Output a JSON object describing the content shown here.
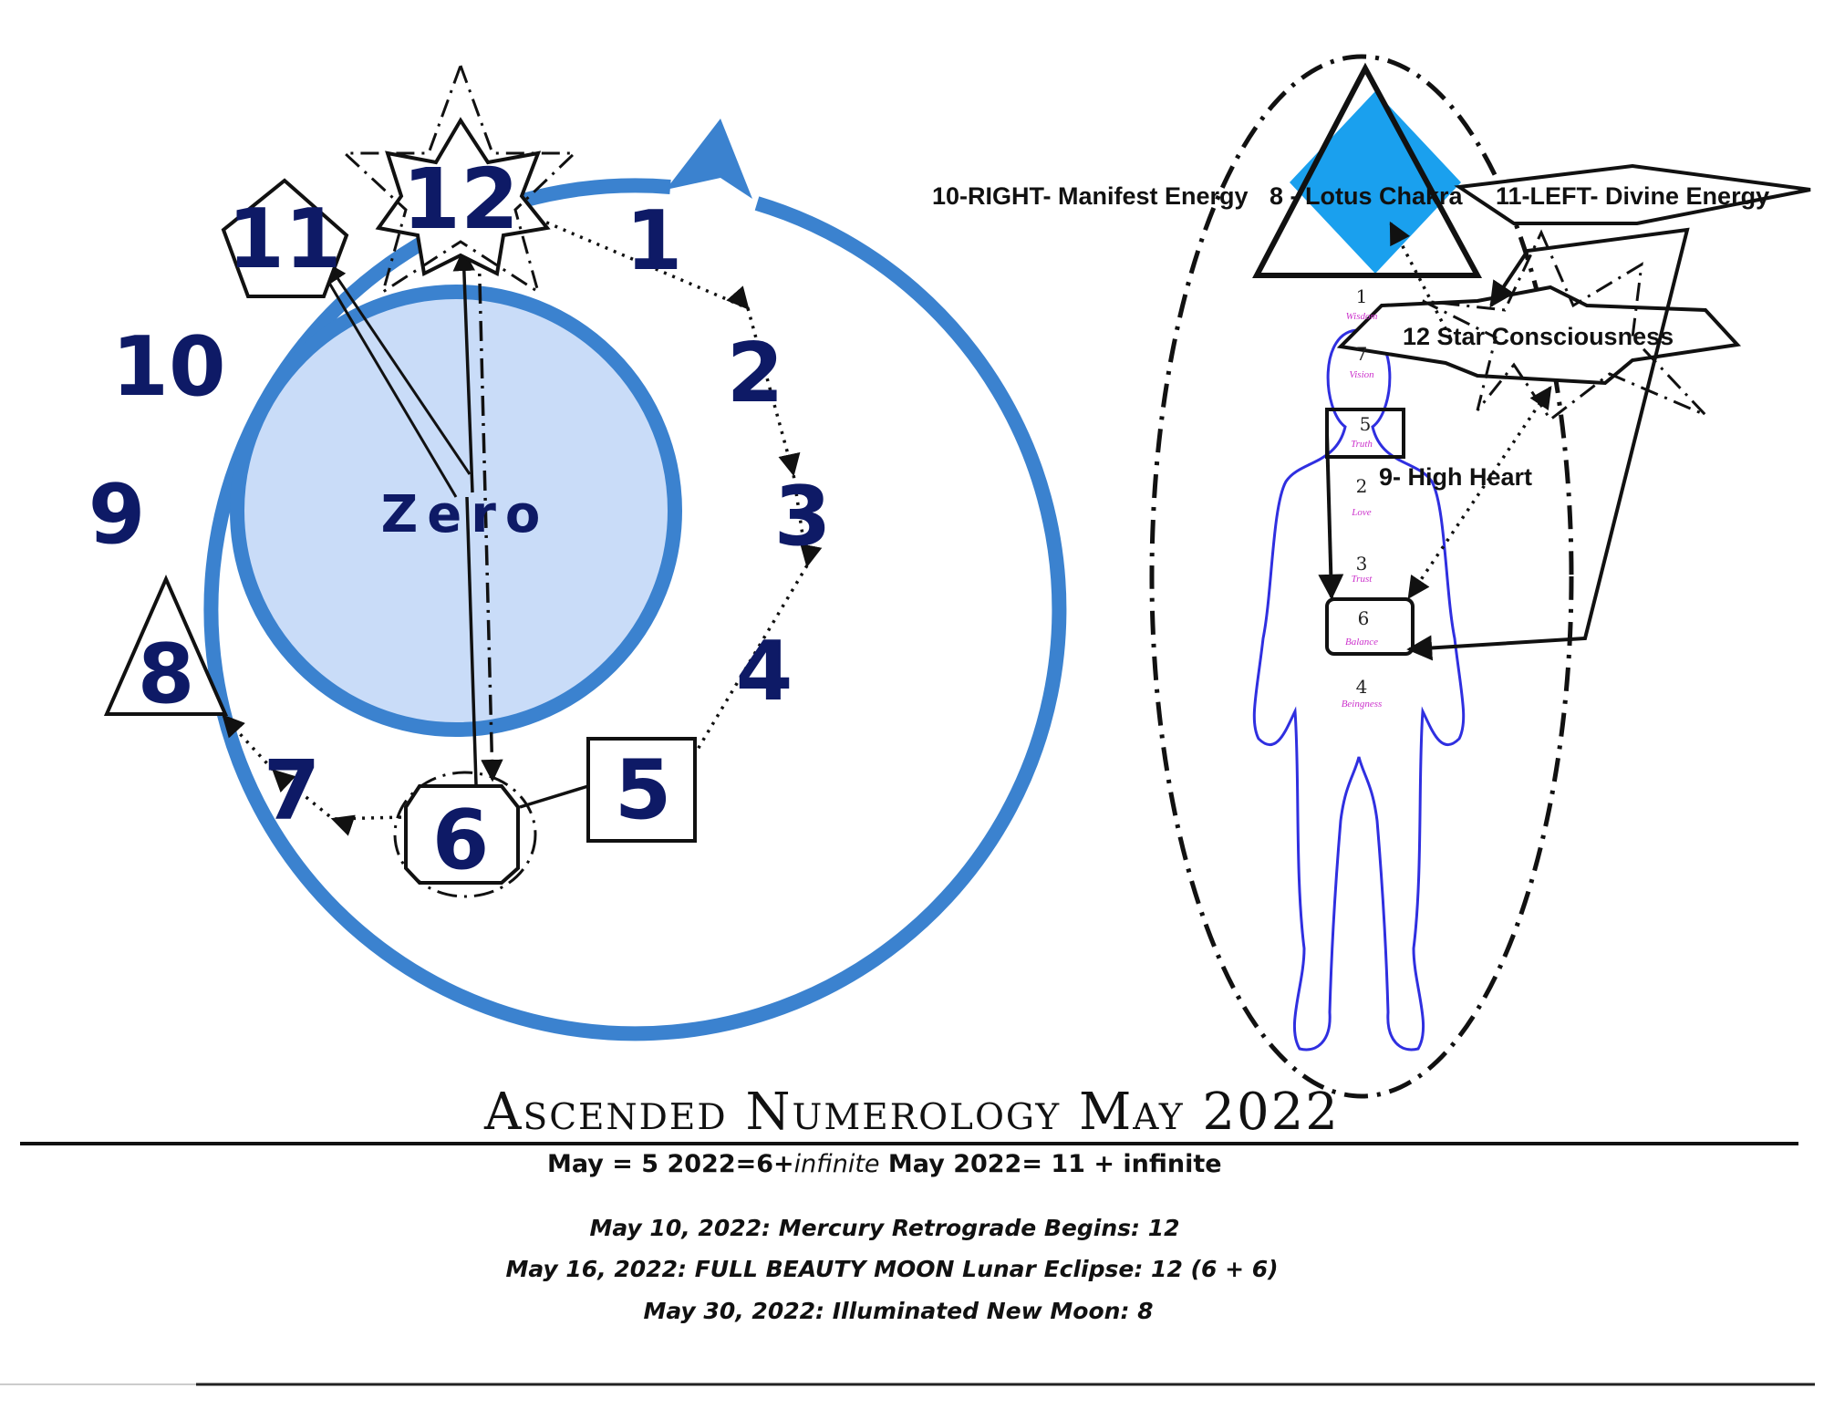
{
  "clock": {
    "numbers": {
      "n1": "1",
      "n2": "2",
      "n3": "3",
      "n4": "4",
      "n5": "5",
      "n6": "6",
      "n7": "7",
      "n8": "8",
      "n9": "9",
      "n10": "10",
      "n11": "11",
      "n12": "12"
    },
    "center_label": "Zero",
    "colors": {
      "ring": "#3b82cf",
      "inner_fill": "#c9dcf8",
      "numbers": "#0e1a66"
    }
  },
  "body_diagram": {
    "labels": {
      "right_manifest": "10-RIGHT- Manifest Energy",
      "lotus": "8 - Lotus Chakra",
      "left_divine": "11-LEFT- Divine Energy",
      "star": "12  Star Consciousness",
      "high_heart": "9- High Heart"
    },
    "chakras": [
      {
        "num": "1",
        "word": "Wisdom"
      },
      {
        "num": "7",
        "word": "Vision"
      },
      {
        "num": "5",
        "word": "Truth"
      },
      {
        "num": "2",
        "word": "Love"
      },
      {
        "num": "3",
        "word": "Trust"
      },
      {
        "num": "6",
        "word": "Balance"
      },
      {
        "num": "4",
        "word": "Beingness"
      }
    ],
    "colors": {
      "outline": "#2f2fe0",
      "diamond": "#1aa0ee",
      "chakra_words": "#cc33cc"
    }
  },
  "footer": {
    "title": "Ascended Numerology May 2022",
    "summary": {
      "part1": "May = 5   2022=6+",
      "part1_italic": "infinite",
      "part2": "   May 2022= 11 + infinite"
    },
    "events": [
      "May 10, 2022: Mercury Retrograde Begins:   12",
      "May 16, 2022:  FULL BEAUTY MOON Lunar Eclipse:   12 (6 + 6)",
      "May 30, 2022:  Illuminated New Moon:  8"
    ]
  }
}
